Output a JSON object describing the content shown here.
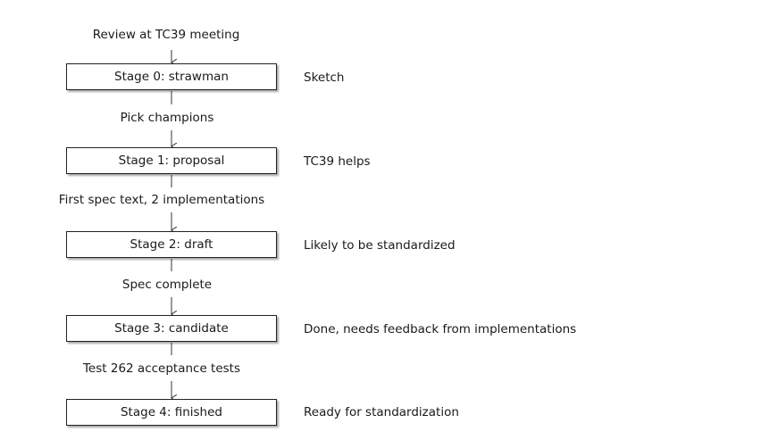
{
  "stages": [
    {
      "label": "Stage 0: strawman",
      "description": "Sketch"
    },
    {
      "label": "Stage 1: proposal",
      "description": "TC39 helps"
    },
    {
      "label": "Stage 2: draft",
      "description": "Likely to be standardized"
    },
    {
      "label": "Stage 3: candidate",
      "description": "Done, needs feedback from implementations"
    },
    {
      "label": "Stage 4: finished",
      "description": "Ready for standardization"
    }
  ],
  "transitions": [
    "Review at TC39 meeting",
    "Pick champions",
    "First spec text, 2 implementations",
    "Spec complete",
    "Test 262 acceptance tests"
  ]
}
